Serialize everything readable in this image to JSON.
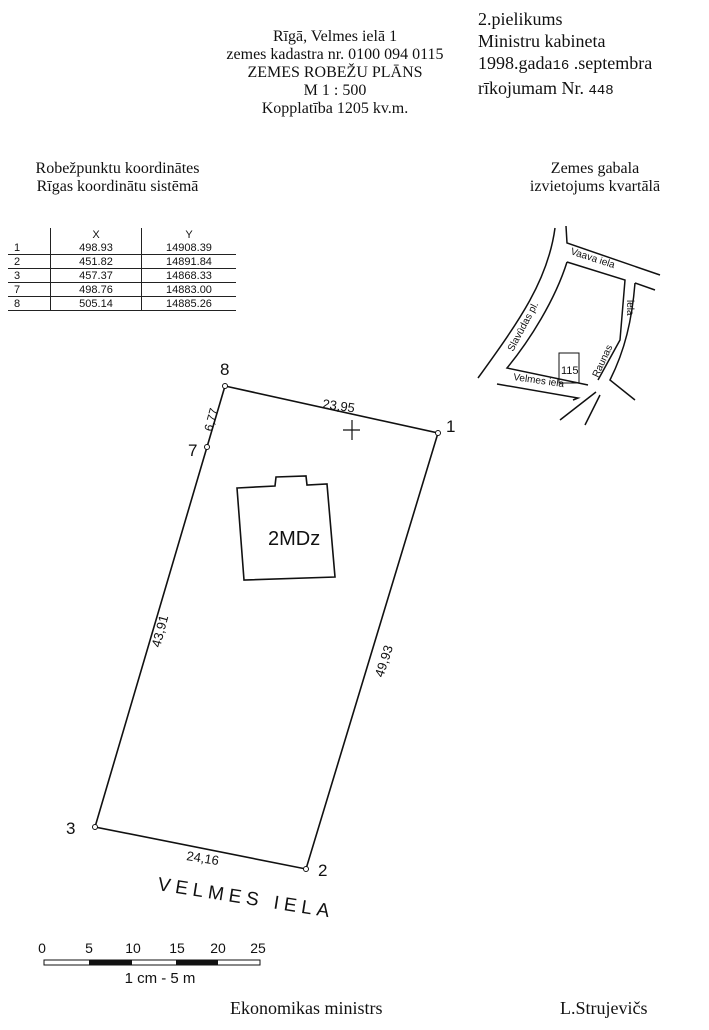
{
  "header": {
    "address": "Rīgā, Velmes ielā 1",
    "cadastre": "zemes kadastra nr. 0100 094  0115",
    "title": "ZEMES ROBEŽU PLĀNS",
    "scale": "M 1 : 500",
    "area": "Kopplatība 1205 kv.m."
  },
  "annex": {
    "line1": "2.pielikums",
    "line2": "Ministru kabineta",
    "line3_pre": "1998.gada",
    "day": "16",
    "line3_post": ".septembra",
    "line4_pre": "rīkojumam Nr.",
    "number": "448"
  },
  "coords": {
    "title1": "Robežpunktu koordinātes",
    "title2": "Rīgas  koordinātu sistēmā",
    "headers": [
      "",
      "X",
      "Y"
    ],
    "rows": [
      [
        "1",
        "498.93",
        "14908.39"
      ],
      [
        "2",
        "451.82",
        "14891.84"
      ],
      [
        "3",
        "457.37",
        "14868.33"
      ],
      [
        "7",
        "498.76",
        "14883.00"
      ],
      [
        "8",
        "505.14",
        "14885.26"
      ]
    ]
  },
  "location": {
    "title1": "Zemes gabala",
    "title2": "izvietojums kvartālā",
    "street_top": "Vaava iela",
    "street_left": "Slavūdas pl.",
    "street_right_upper": "iela",
    "street_right_lower": "Raunas",
    "street_bottom": "Velmes iela",
    "parcel": "115"
  },
  "plan": {
    "points": [
      "8",
      "1",
      "2",
      "3",
      "7"
    ],
    "side_8_1": "23,95",
    "side_8_7": "6,77",
    "side_7_3": "43,91",
    "side_1_2": "49,93",
    "side_3_2": "24,16",
    "building": "2MDz",
    "street": "VELMES IELA"
  },
  "scalebar": {
    "ticks": [
      "0",
      "5",
      "10",
      "15",
      "20",
      "25"
    ],
    "label": "1 cm - 5 m"
  },
  "footer": {
    "position": "Ekonomikas ministrs",
    "name": "L.Strujevičs"
  }
}
